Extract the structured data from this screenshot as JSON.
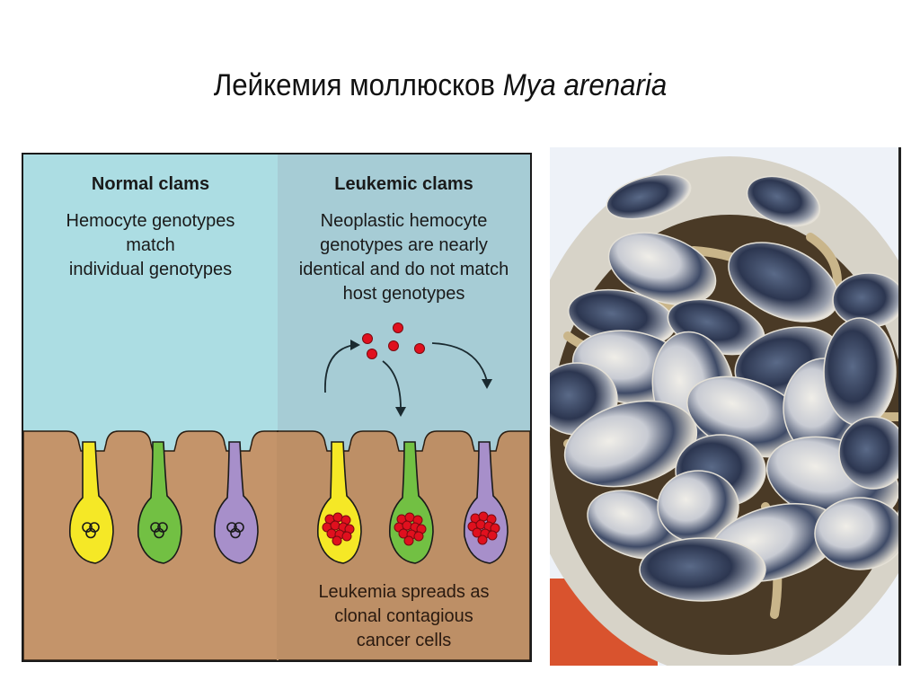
{
  "slide": {
    "title_main": "Лейкемия моллюсков ",
    "title_species": "Mya arenaria"
  },
  "diagram": {
    "left_panel": {
      "heading": "Normal clams",
      "line1": "Hemocyte genotypes",
      "line2": "match",
      "line3": "individual genotypes",
      "cells": [
        {
          "color": "#f5e826",
          "content": "three-nuclei"
        },
        {
          "color": "#72c043",
          "content": "three-nuclei"
        },
        {
          "color": "#a78fca",
          "content": "three-nuclei"
        }
      ]
    },
    "right_panel": {
      "heading": "Leukemic clams",
      "line1": "Neoplastic hemocyte",
      "line2": "genotypes are nearly",
      "line3": "identical and do not match",
      "line4": "host genotypes",
      "caption1": "Leukemia spreads as",
      "caption2": "clonal contagious",
      "caption3": "cancer cells",
      "cells": [
        {
          "color": "#f5e826",
          "content": "red-cell-cluster"
        },
        {
          "color": "#72c043",
          "content": "red-cell-cluster"
        },
        {
          "color": "#a78fca",
          "content": "red-cell-cluster"
        }
      ]
    },
    "colors": {
      "water_left": "#acdde3",
      "water_right": "#a6ccd5",
      "sediment_left": "#c4946a",
      "sediment_right": "#bd8f66",
      "cancer_cell": "#e0101e"
    }
  },
  "photo": {
    "subject": "bucket of soft-shell clams (Mya arenaria)"
  }
}
